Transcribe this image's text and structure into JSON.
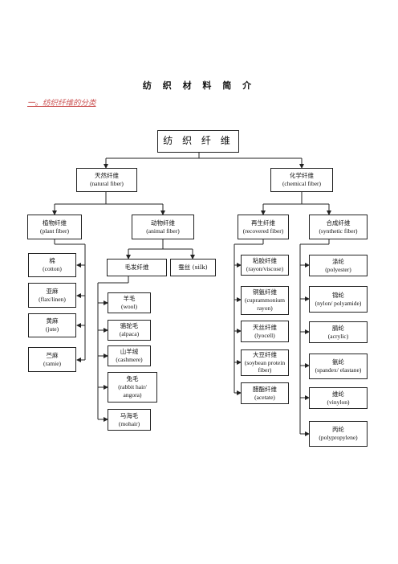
{
  "title": "纺 织 材 料 简 介",
  "subtitle": "一。纺织纤维的分类",
  "root": "纺 织 纤 维",
  "natural": {
    "zh": "天然纤维",
    "en": "(natural fiber)"
  },
  "chemical": {
    "zh": "化学纤维",
    "en": "(chemical fiber)"
  },
  "plant": {
    "zh": "植物纤维",
    "en": "(plant fiber)"
  },
  "animal": {
    "zh": "动物纤维",
    "en": "(animal fiber)"
  },
  "recovered": {
    "zh": "再生纤维",
    "en": "(recovered fiber)"
  },
  "synthetic": {
    "zh": "合成纤维",
    "en": "(synthetic fiber)"
  },
  "hair": "毛发纤维",
  "silk": "蚕丝  (silk)",
  "plant_items": [
    {
      "zh": "棉",
      "en": "(cotton)"
    },
    {
      "zh": "亚麻",
      "en": "(flax/linen)"
    },
    {
      "zh": "黄麻",
      "en": "(jute)"
    },
    {
      "zh": "苎麻",
      "en": "(ramie)"
    }
  ],
  "hair_items": [
    {
      "zh": "羊毛",
      "en": "(wool)"
    },
    {
      "zh": "骆驼毛",
      "en": "(alpaca)"
    },
    {
      "zh": "山羊绒",
      "en": "(cashmere)"
    },
    {
      "zh": "兔毛",
      "en": "(rabbit hair/ angora)"
    },
    {
      "zh": "马海毛",
      "en": "(mohair)"
    }
  ],
  "recovered_items": [
    {
      "zh": "粘胶纤维",
      "en": "(rayon/viscose)"
    },
    {
      "zh": "铜氨纤维",
      "en": "(cuprammonium rayon)"
    },
    {
      "zh": "天丝纤维",
      "en": "(lyocell)"
    },
    {
      "zh": "大豆纤维",
      "en": "(soybean protein fiber)"
    },
    {
      "zh": "醋酯纤维",
      "en": "(acetate)"
    }
  ],
  "synthetic_items": [
    {
      "zh": "涤纶",
      "en": "(polyester)"
    },
    {
      "zh": "锦纶",
      "en": "(nylon/ polyamide)"
    },
    {
      "zh": "腈纶",
      "en": "(acrylic)"
    },
    {
      "zh": "氨纶",
      "en": "(spandex/ elastane)"
    },
    {
      "zh": "维纶",
      "en": "(vinylon)"
    },
    {
      "zh": "丙纶",
      "en": "(polypropylene)"
    }
  ]
}
